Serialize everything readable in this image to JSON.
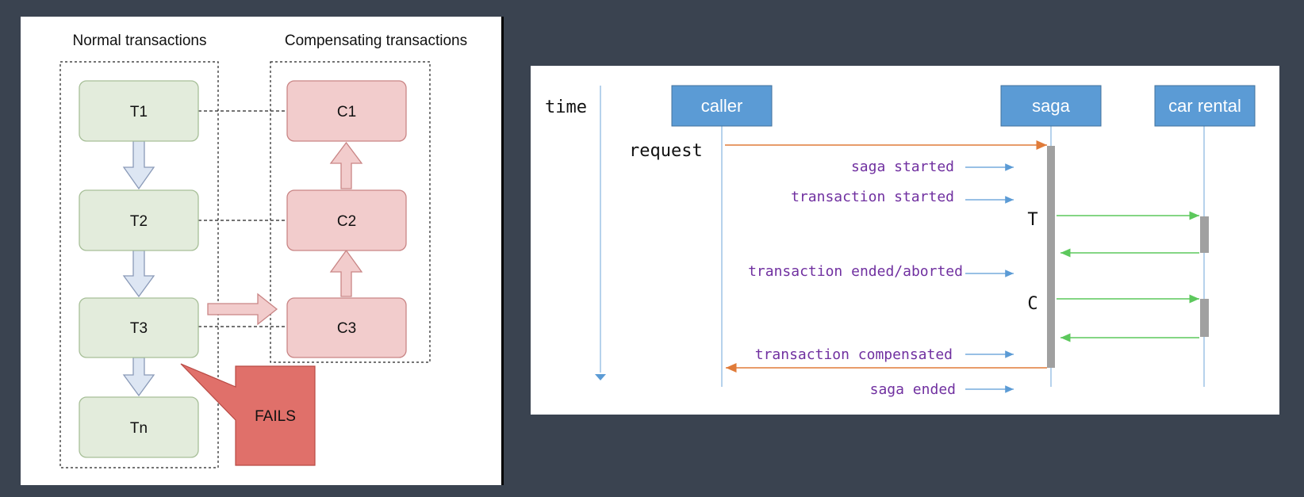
{
  "left_panel": {
    "normal_heading": "Normal transactions",
    "compensating_heading": "Compensating transactions",
    "normal_steps": [
      "T1",
      "T2",
      "T3",
      "Tn"
    ],
    "compensating_steps": [
      "C1",
      "C2",
      "C3"
    ],
    "failure_label": "FAILS",
    "colors": {
      "normal_fill": "#e3ecdc",
      "normal_stroke": "#a7bf98",
      "comp_fill": "#f2cccc",
      "comp_stroke": "#c98585",
      "down_arrow_fill": "#dde6f3",
      "down_arrow_stroke": "#8a9ab8",
      "fails_fill": "#e0706a"
    }
  },
  "right_panel": {
    "time_label": "time",
    "request_label": "request",
    "participants": [
      "caller",
      "saga",
      "car rental"
    ],
    "events": [
      "saga started",
      "transaction started",
      "transaction ended/aborted",
      "transaction compensated",
      "saga ended"
    ],
    "phase_marks": [
      "T",
      "C"
    ],
    "colors": {
      "participant_fill": "#5b9bd5",
      "lifeline": "#9dc3e6",
      "event_text": "#7030a0",
      "request_arrow": "#e07b39",
      "call_arrow": "#5cc85c",
      "activation_bar": "#a0a0a0"
    }
  }
}
